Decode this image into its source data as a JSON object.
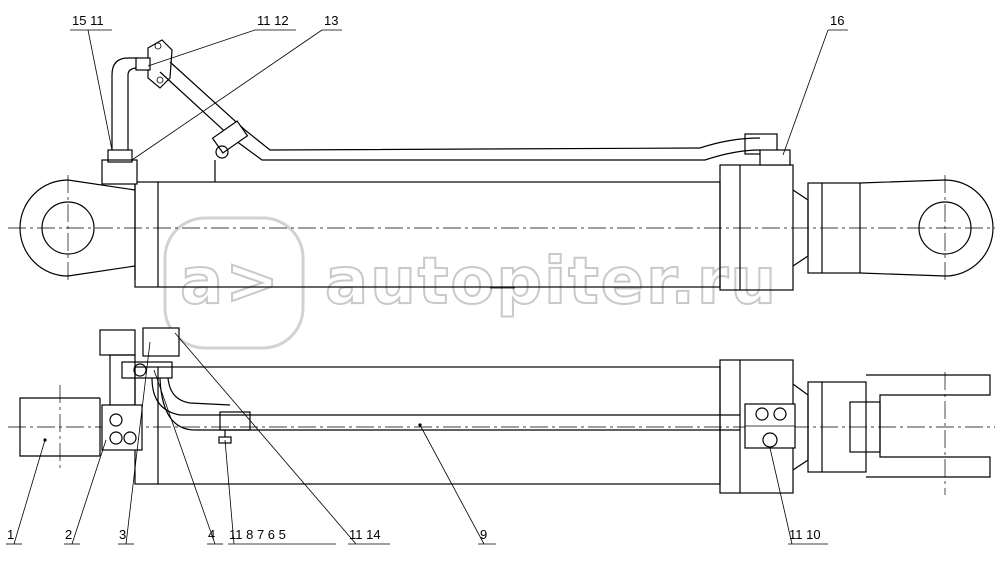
{
  "watermark": {
    "text": "autopiter.ru",
    "logo_glyph": "a>"
  },
  "callouts": {
    "top_15_11": "15 11",
    "top_11_12": "11 12",
    "top_13": "13",
    "top_16": "16",
    "bot_1": "1",
    "bot_2": "2",
    "bot_3": "3",
    "bot_4": "4",
    "bot_11_8_7_6_5": "11 8 7 6 5",
    "bot_11_14": "11 14",
    "bot_9": "9",
    "bot_11_10": "11 10"
  }
}
